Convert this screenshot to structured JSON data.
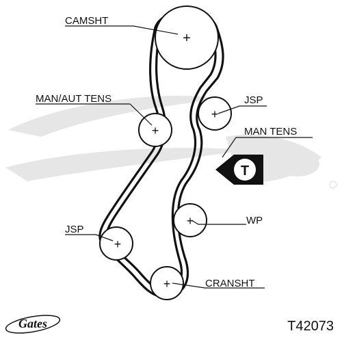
{
  "brand": "Gates",
  "part_number": "T42073",
  "labels": {
    "camsht": "CAMSHT",
    "man_aut_tens": "MAN/AUT TENS",
    "jsp_upper": "JSP",
    "man_tens": "MAN TENS",
    "jsp_lower": "JSP",
    "wp": "WP",
    "cransht": "CRANSHT"
  },
  "tensioner_badge": "T",
  "colors": {
    "ink": "#111111",
    "watermark": "#e6e6e6",
    "background": "#ffffff"
  }
}
